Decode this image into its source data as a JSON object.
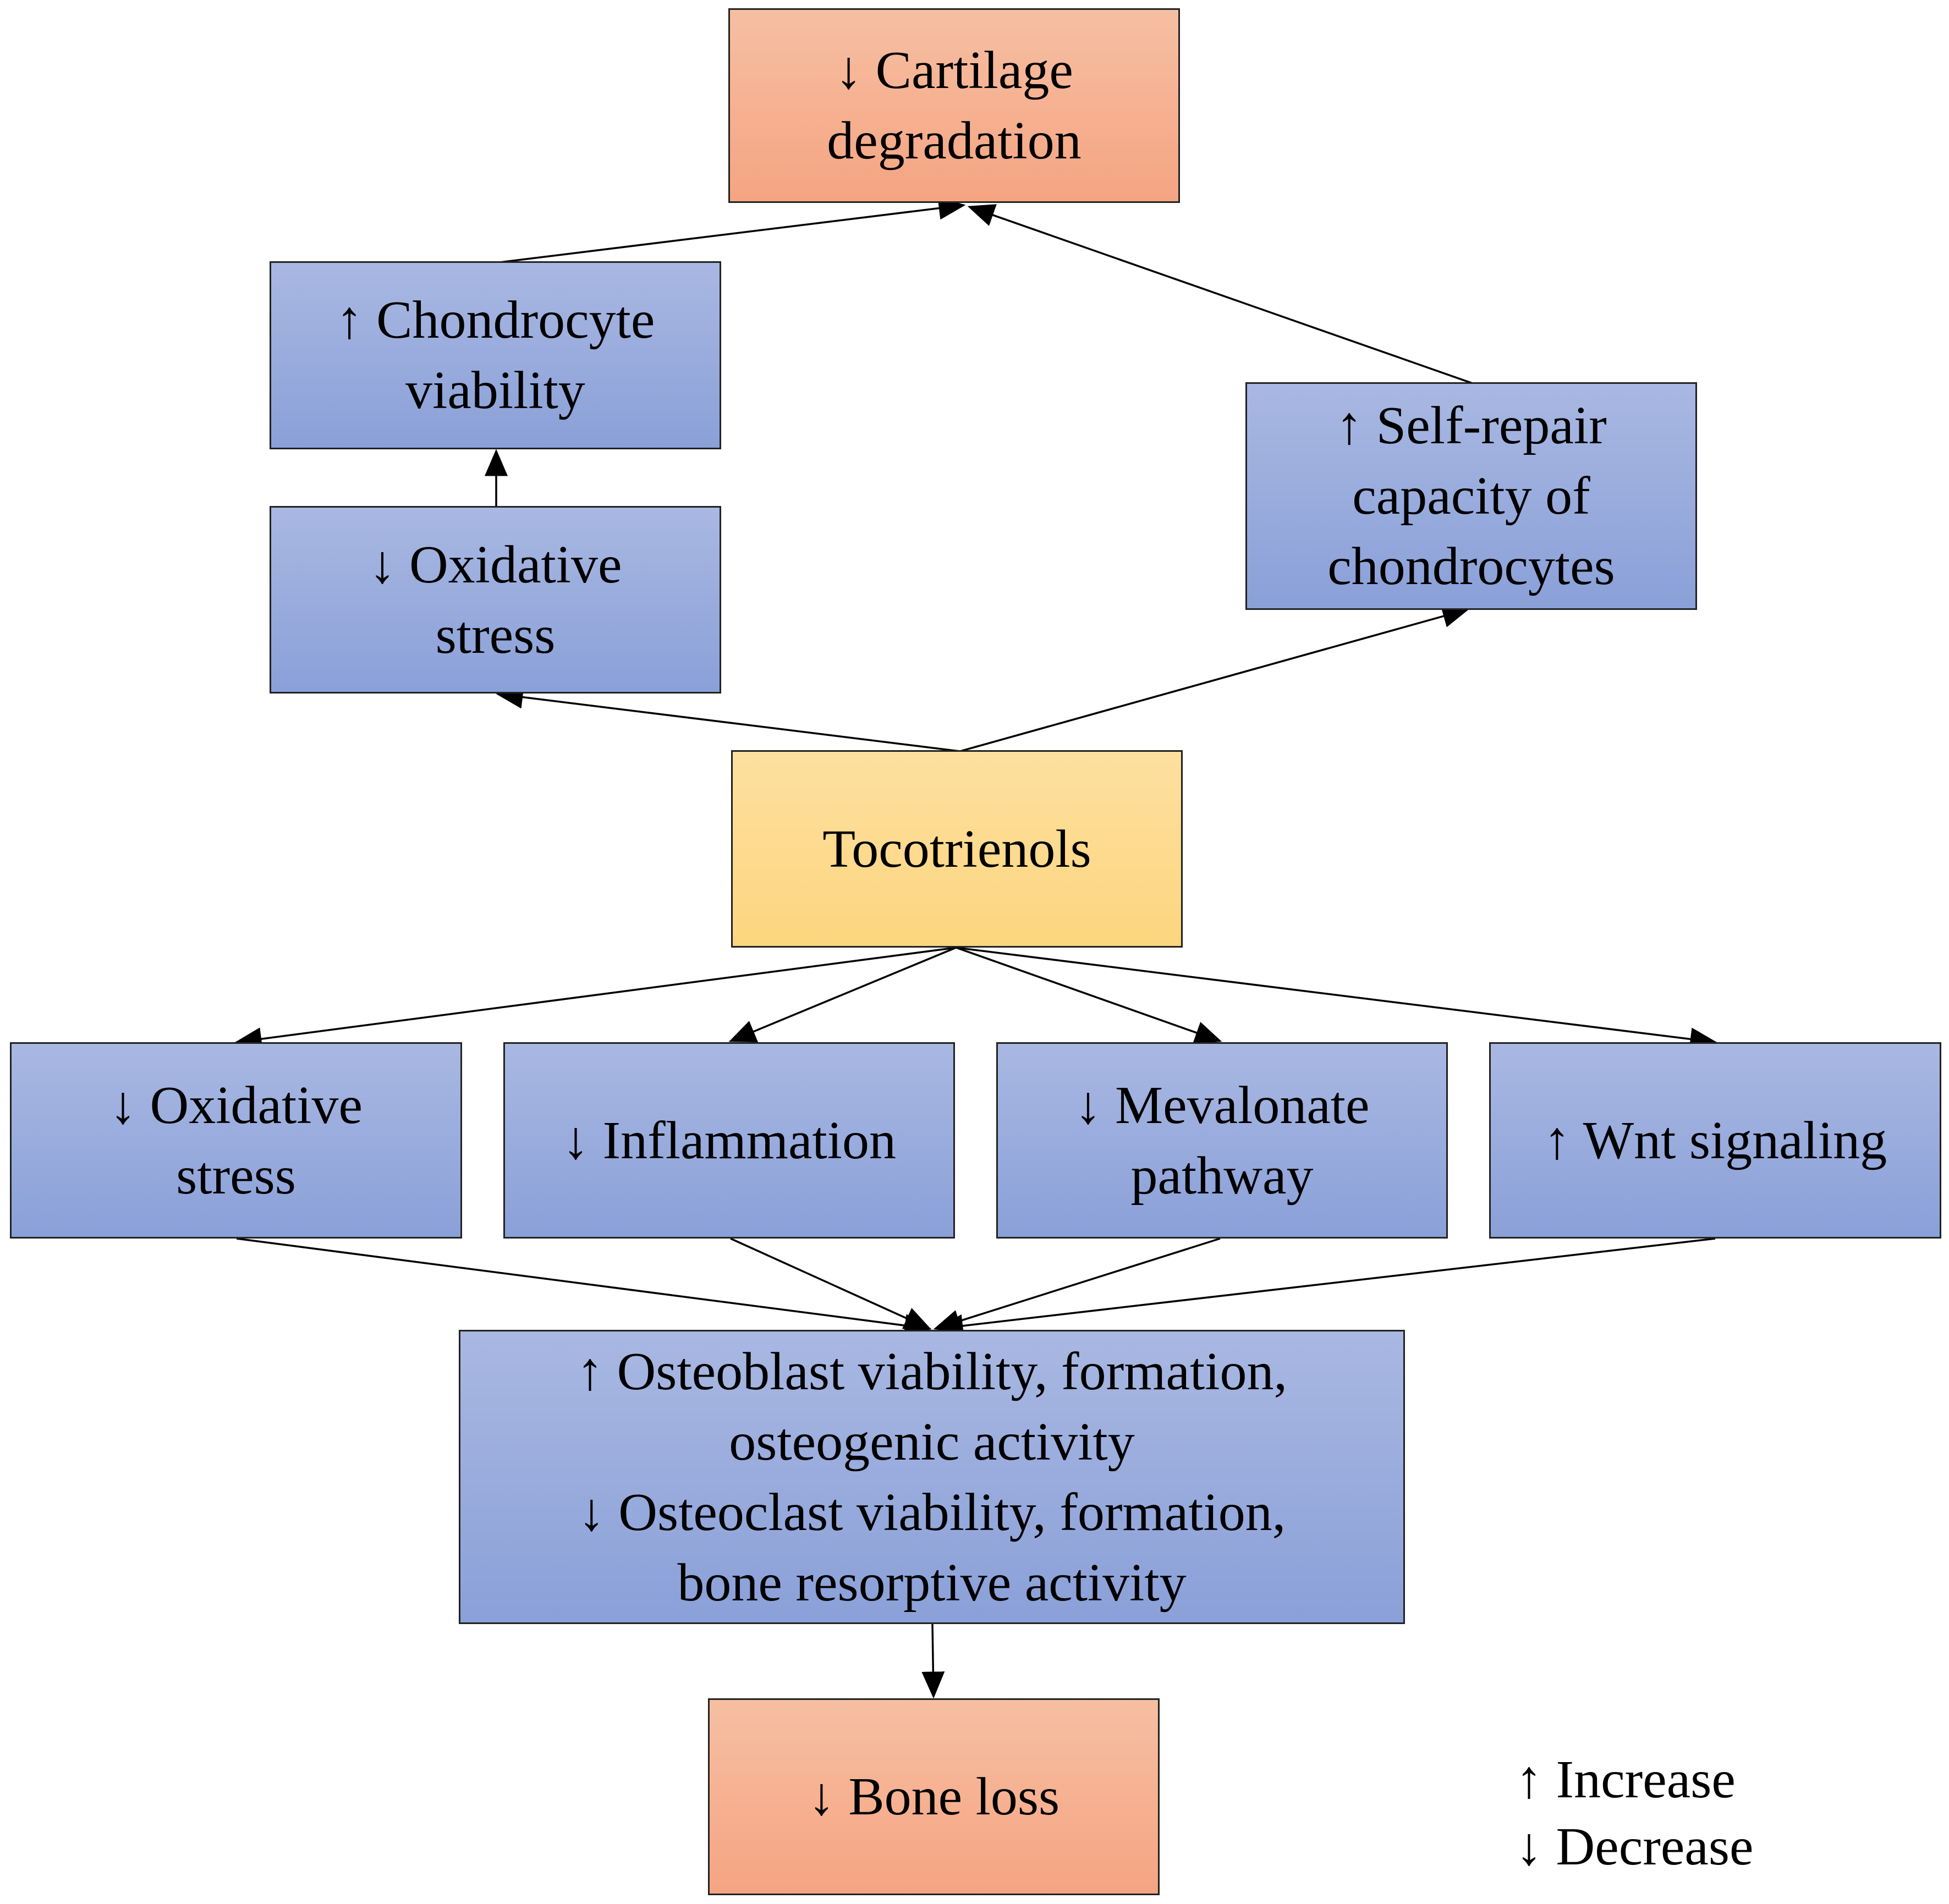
{
  "nodes": {
    "cartilage_degradation": {
      "lines": [
        "↓ Cartilage",
        "degradation"
      ]
    },
    "chondrocyte_viability": {
      "lines": [
        "↑ Chondrocyte",
        "viability"
      ]
    },
    "oxidative_stress_top": {
      "lines": [
        "↓ Oxidative",
        "stress"
      ]
    },
    "self_repair": {
      "lines": [
        "↑ Self-repair",
        "capacity of",
        "chondrocytes"
      ]
    },
    "tocotrienols": {
      "lines": [
        "Tocotrienols"
      ]
    },
    "oxidative_stress_bottom": {
      "lines": [
        "↓ Oxidative",
        "stress"
      ]
    },
    "inflammation": {
      "lines": [
        "↓ Inflammation"
      ]
    },
    "mevalonate": {
      "lines": [
        "↓  Mevalonate",
        "pathway"
      ]
    },
    "wnt": {
      "lines": [
        "↑ Wnt signaling"
      ]
    },
    "osteo": {
      "lines": [
        "↑ Osteoblast viability, formation,",
        "osteogenic activity",
        "↓ Osteoclast viability, formation,",
        "bone resorptive activity"
      ]
    },
    "bone_loss": {
      "lines": [
        "↓  Bone loss"
      ]
    }
  },
  "legend": {
    "increase": "↑ Increase",
    "decrease": "↓ Decrease"
  },
  "colors": {
    "effect_box": "#8aa0d8",
    "outcome_box": "#f5a482",
    "source_box": "#fdd57f"
  }
}
